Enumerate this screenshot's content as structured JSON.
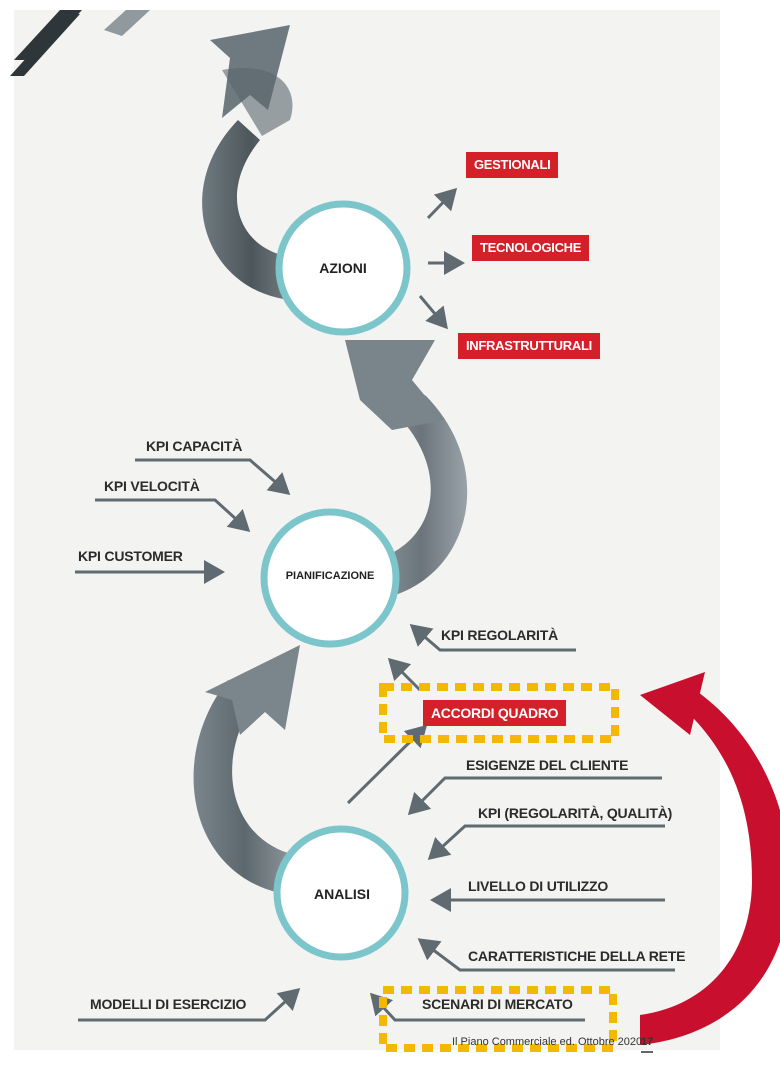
{
  "nodes": {
    "azioni": "AZIONI",
    "pianificazione": "PIANIFICAZIONE",
    "analisi": "ANALISI"
  },
  "outputs": {
    "gestionali": "GESTIONALI",
    "tecnologiche": "TECNOLOGICHE",
    "infrastrutturali": "INFRASTRUTTURALI"
  },
  "pianificazione_inputs": {
    "kpi_capacita": "KPI CAPACITÀ",
    "kpi_velocita": "KPI VELOCITÀ",
    "kpi_customer": "KPI CUSTOMER",
    "kpi_regolarita": "KPI REGOLARITÀ"
  },
  "accordi_quadro": "ACCORDI QUADRO",
  "analisi_inputs": {
    "esigenze_cliente": "ESIGENZE DEL CLIENTE",
    "kpi_regolarita_qualita": "KPI (REGOLARITÀ, QUALITÀ)",
    "livello_utilizzo": "LIVELLO DI UTILIZZO",
    "caratteristiche_rete": "CARATTERISTICHE DELLA RETE",
    "scenari_mercato": "SCENARI DI MERCATO",
    "modelli_esercizio": "MODELLI DI ESERCIZIO"
  },
  "footer": {
    "text": "Il Piano Commerciale ed. Ottobre 2020",
    "page_number": "17"
  },
  "colors": {
    "red": "#d42129",
    "teal_ring": "#7cc6cb",
    "arrow_gray": "#5f6b70",
    "highlight_yellow": "#f5b800",
    "callout_red": "#c8102e"
  }
}
